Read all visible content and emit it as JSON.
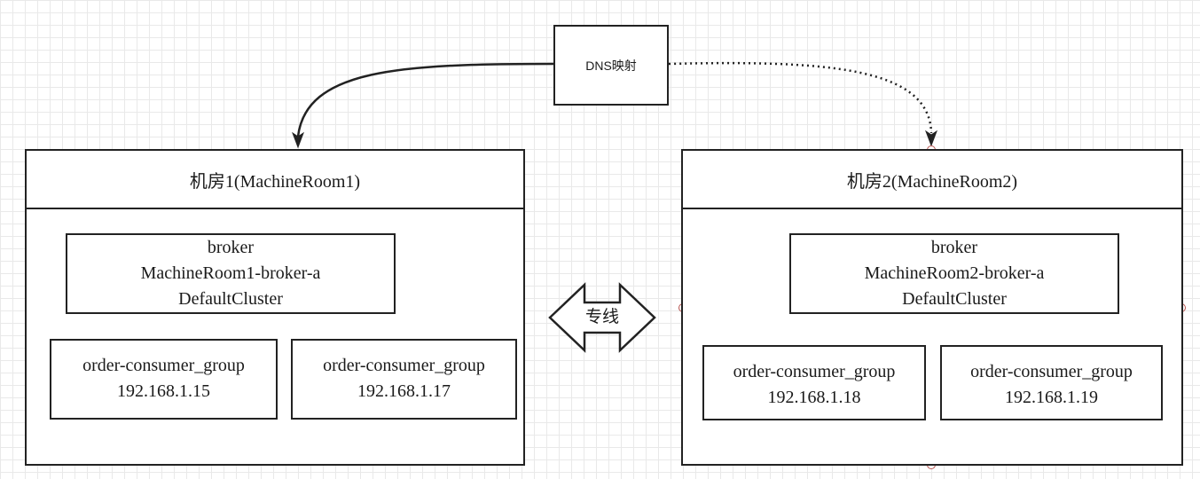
{
  "dns": {
    "label": "DNS映射"
  },
  "link": {
    "label": "专线"
  },
  "rooms": [
    {
      "title": "机房1(MachineRoom1)",
      "broker": [
        "broker",
        "MachineRoom1-broker-a",
        "DefaultCluster"
      ],
      "consumers": [
        {
          "group": "order-consumer_group",
          "ip": "192.168.1.15"
        },
        {
          "group": "order-consumer_group",
          "ip": "192.168.1.17"
        }
      ]
    },
    {
      "title": "机房2(MachineRoom2)",
      "broker": [
        "broker",
        "MachineRoom2-broker-a",
        "DefaultCluster"
      ],
      "consumers": [
        {
          "group": "order-consumer_group",
          "ip": "192.168.1.18"
        },
        {
          "group": "order-consumer_group",
          "ip": "192.168.1.19"
        }
      ]
    }
  ],
  "colors": {
    "stroke": "#222222",
    "grid": "#e9e9e9",
    "handle": "#b85450"
  }
}
